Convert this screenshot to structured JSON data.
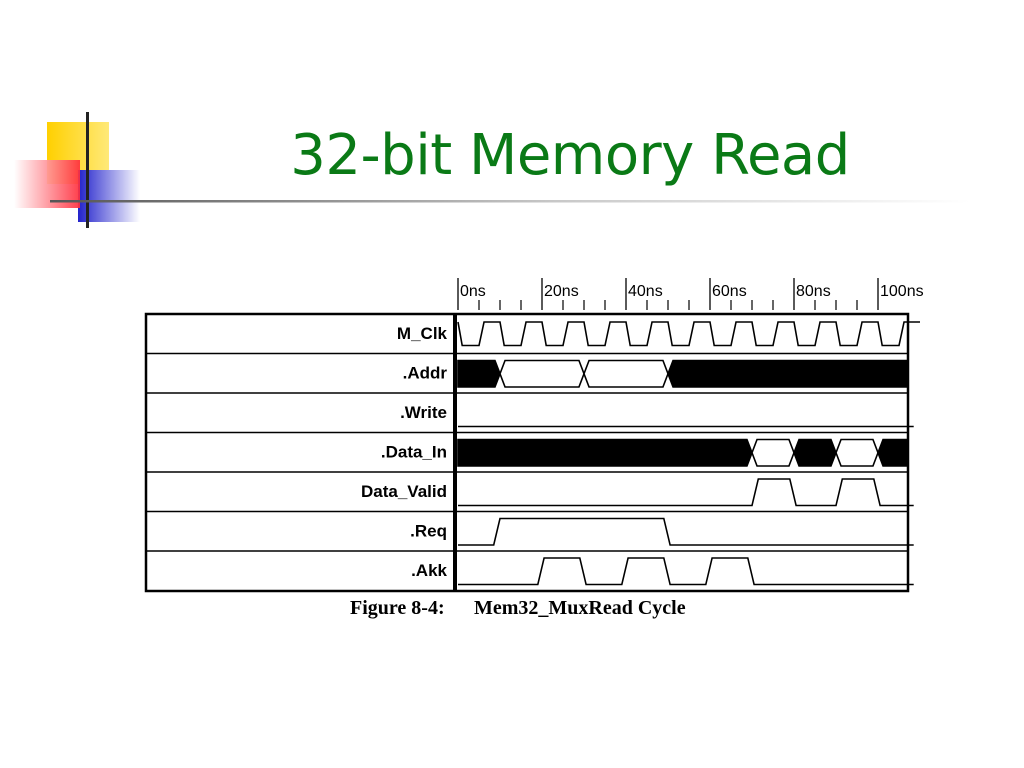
{
  "slide": {
    "title": "32-bit Memory Read"
  },
  "figure": {
    "caption_number": "Figure 8-4:",
    "caption_title": "Mem32_MuxRead Cycle",
    "time_labels": [
      "0ns",
      "20ns",
      "40ns",
      "60ns",
      "80ns",
      "100ns"
    ],
    "signals": [
      {
        "label": "M_Clk",
        "kind": "clock"
      },
      {
        "label": ".Addr",
        "kind": "bus"
      },
      {
        "label": ".Write",
        "kind": "line"
      },
      {
        "label": ".Data_In",
        "kind": "bus"
      },
      {
        "label": "Data_Valid",
        "kind": "line"
      },
      {
        "label": ".Req",
        "kind": "line"
      },
      {
        "label": ".Akk",
        "kind": "line"
      }
    ]
  },
  "colors": {
    "title": "#0a7a16",
    "deco_yellow": "#ffd200",
    "deco_red": "#ff3b4a",
    "deco_blue": "#2a2acc"
  }
}
